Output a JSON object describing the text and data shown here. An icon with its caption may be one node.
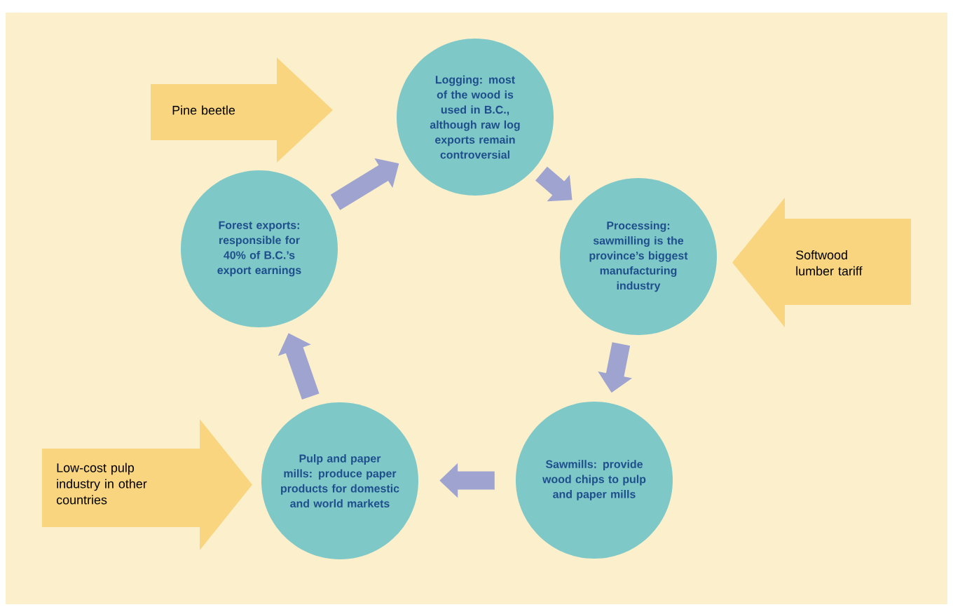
{
  "diagram": {
    "nodes": [
      {
        "text": [
          "Logging: most of the wood is used in B.C., although raw log exports remain controversial"
        ]
      },
      {
        "text": [
          "Processing: sawmilling is the province’s biggest manufacturing industry"
        ]
      },
      {
        "text": [
          "Sawmills: provide wood chips to pulp and paper mills"
        ]
      },
      {
        "text": [
          "Pulp and paper mills: produce paper products for domestic and world markets"
        ]
      },
      {
        "text": [
          "Forest exports: responsible for 40% of B.C.’s export earnings"
        ]
      },
      {
        "text": [
          "Pine beetle"
        ]
      },
      {
        "text": [
          "Softwood lumber tariff"
        ]
      },
      {
        "text": [
          "Low-cost pulp industry in other countries"
        ]
      }
    ],
    "edges": [
      {
        "from": 0,
        "to": 1,
        "arrow": "to"
      },
      {
        "from": 1,
        "to": 2,
        "arrow": "to"
      },
      {
        "from": 2,
        "to": 3,
        "arrow": "to"
      },
      {
        "from": 3,
        "to": 4,
        "arrow": "to"
      },
      {
        "from": 4,
        "to": 0,
        "arrow": "to"
      }
    ]
  }
}
